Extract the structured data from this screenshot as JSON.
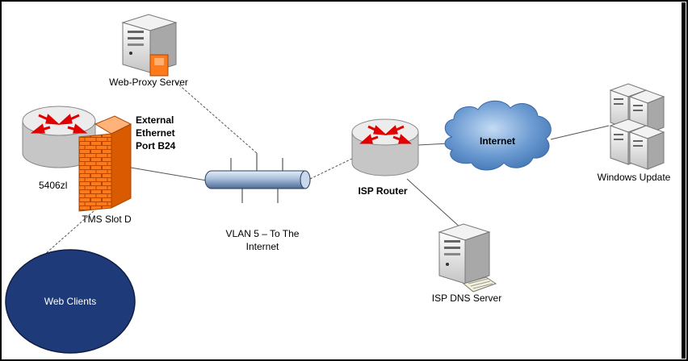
{
  "diagram": {
    "nodes": {
      "web_proxy": {
        "label": "Web-Proxy Server",
        "icon": "server-tower-icon"
      },
      "switch_5406": {
        "label": "5406zl",
        "icon": "router-icon"
      },
      "tms_slot": {
        "label": "TMS Slot D",
        "icon": "firewall-icon"
      },
      "external_port": {
        "lines": [
          "External",
          "Ethernet",
          "Port B24"
        ]
      },
      "vlan": {
        "lines": [
          "VLAN 5 – To The",
          "Internet"
        ],
        "icon": "network-bus-icon"
      },
      "isp_router": {
        "label": "ISP Router",
        "icon": "router-icon"
      },
      "internet": {
        "label": "Internet",
        "icon": "cloud-icon"
      },
      "windows_update": {
        "label": "Windows Update",
        "icon": "server-cluster-icon"
      },
      "isp_dns": {
        "label": "ISP DNS Server",
        "icon": "server-tower-icon"
      },
      "web_clients": {
        "label": "Web Clients"
      }
    },
    "colors": {
      "cloud": "#4f86c6",
      "web_clients": "#1f3a78",
      "firewall": "#ff6a00",
      "router_arrows": "#e00000",
      "frame": "#000000"
    }
  }
}
